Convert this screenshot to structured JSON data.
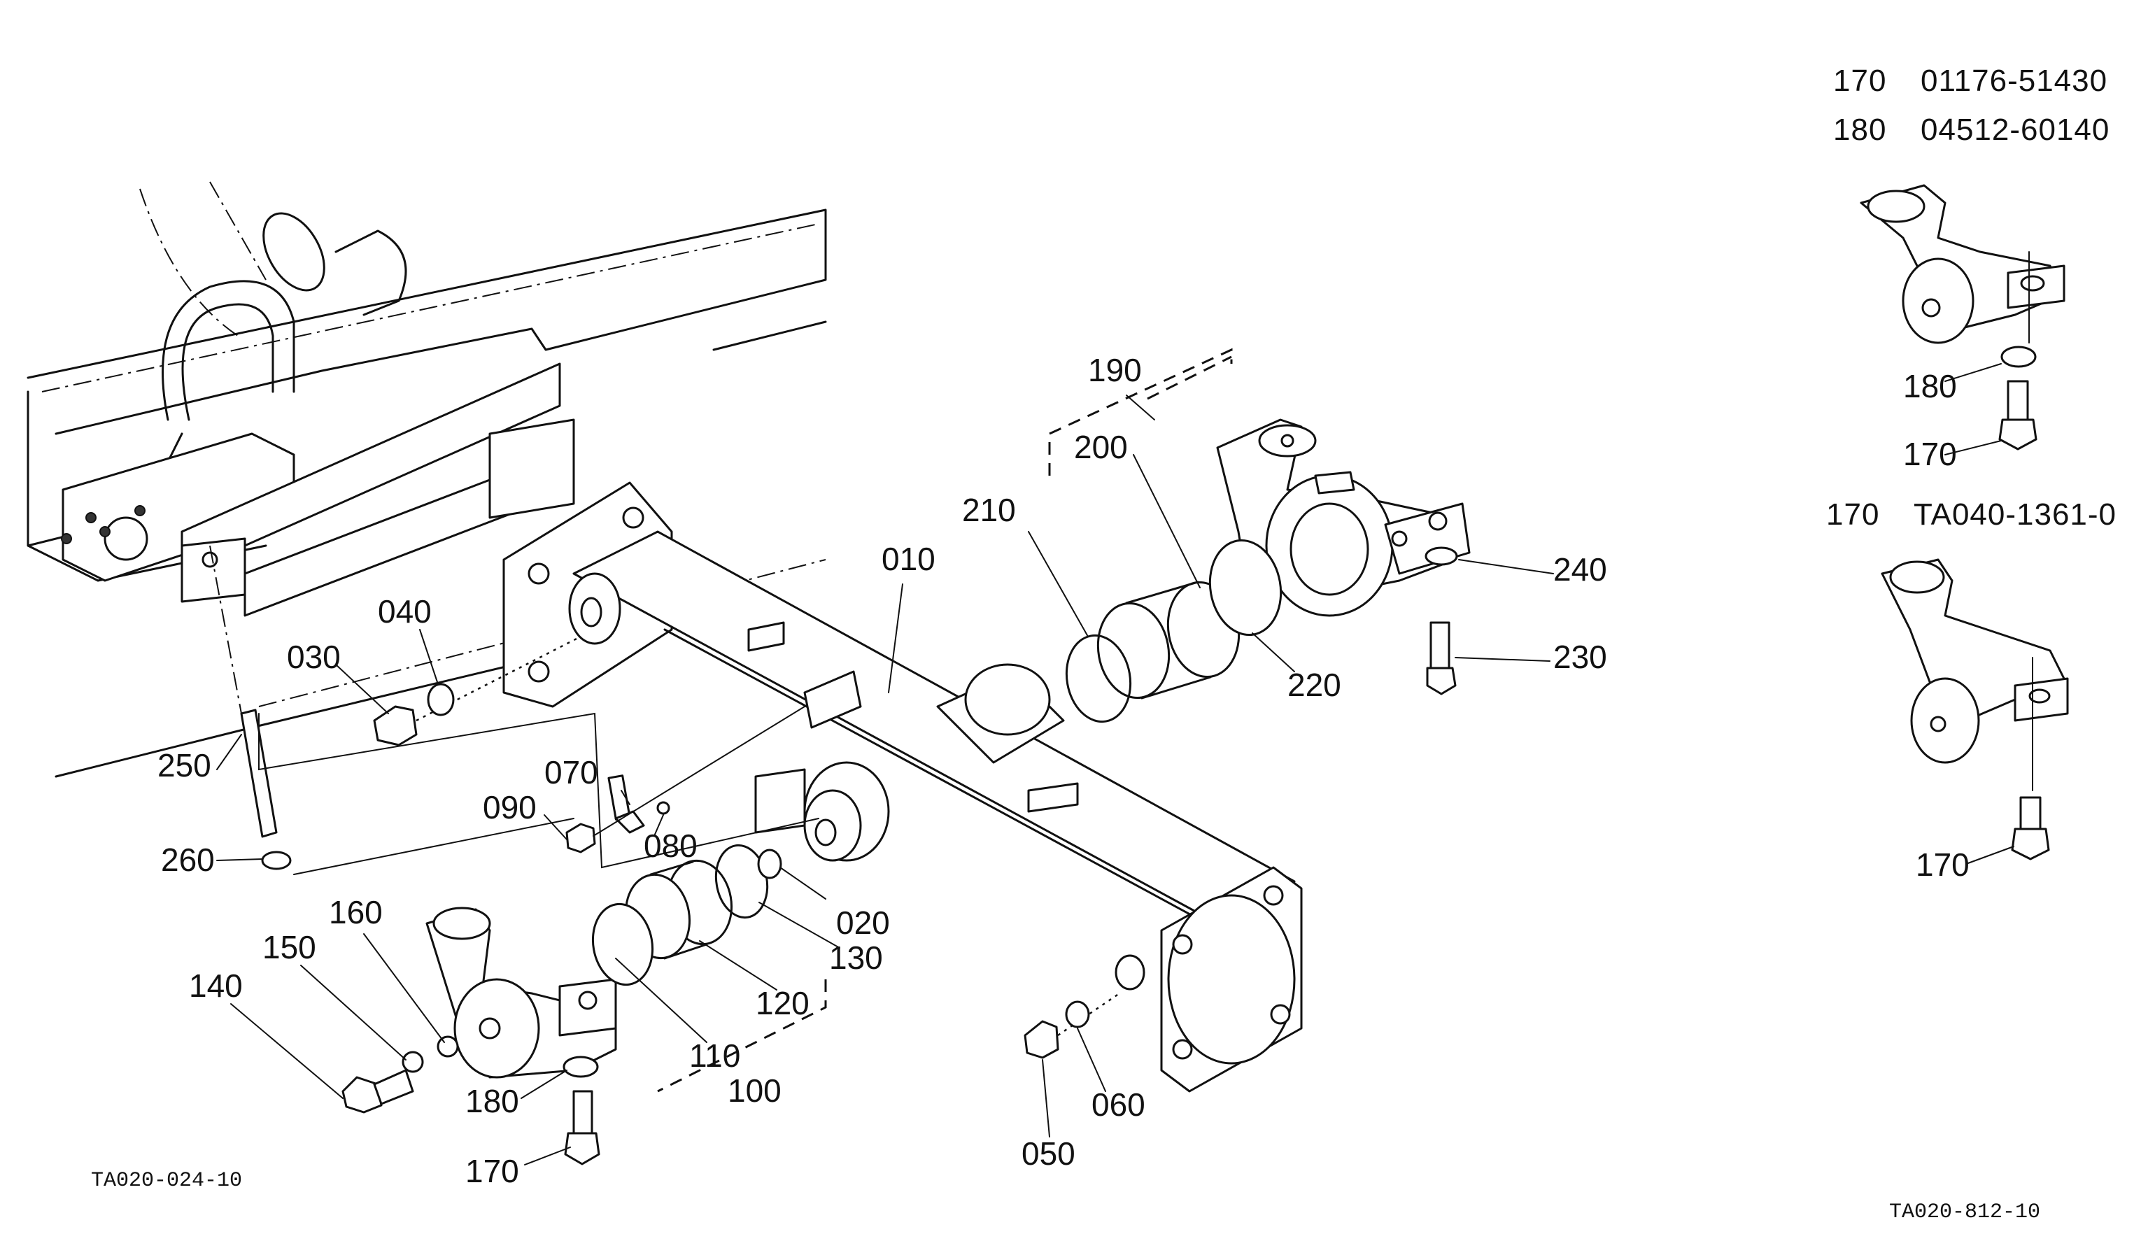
{
  "part_numbers": [
    {
      "ref": "170",
      "number": "01176-51430"
    },
    {
      "ref": "180",
      "number": "04512-60140"
    },
    {
      "ref": "170",
      "number": "TA040-1361-0"
    }
  ],
  "callouts": {
    "c010": "010",
    "c020": "020",
    "c030": "030",
    "c040": "040",
    "c050": "050",
    "c060": "060",
    "c070": "070",
    "c080": "080",
    "c090": "090",
    "c100": "100",
    "c110": "110",
    "c120": "120",
    "c130": "130",
    "c140": "140",
    "c150": "150",
    "c160": "160",
    "c170": "170",
    "c180": "180",
    "c190": "190",
    "c200": "200",
    "c210": "210",
    "c220": "220",
    "c230": "230",
    "c240": "240",
    "c250": "250",
    "c260": "260",
    "inset1_180": "180",
    "inset1_170": "170",
    "inset2_170": "170"
  },
  "drawing_codes": {
    "left": "TA020-024-10",
    "right": "TA020-812-10"
  }
}
